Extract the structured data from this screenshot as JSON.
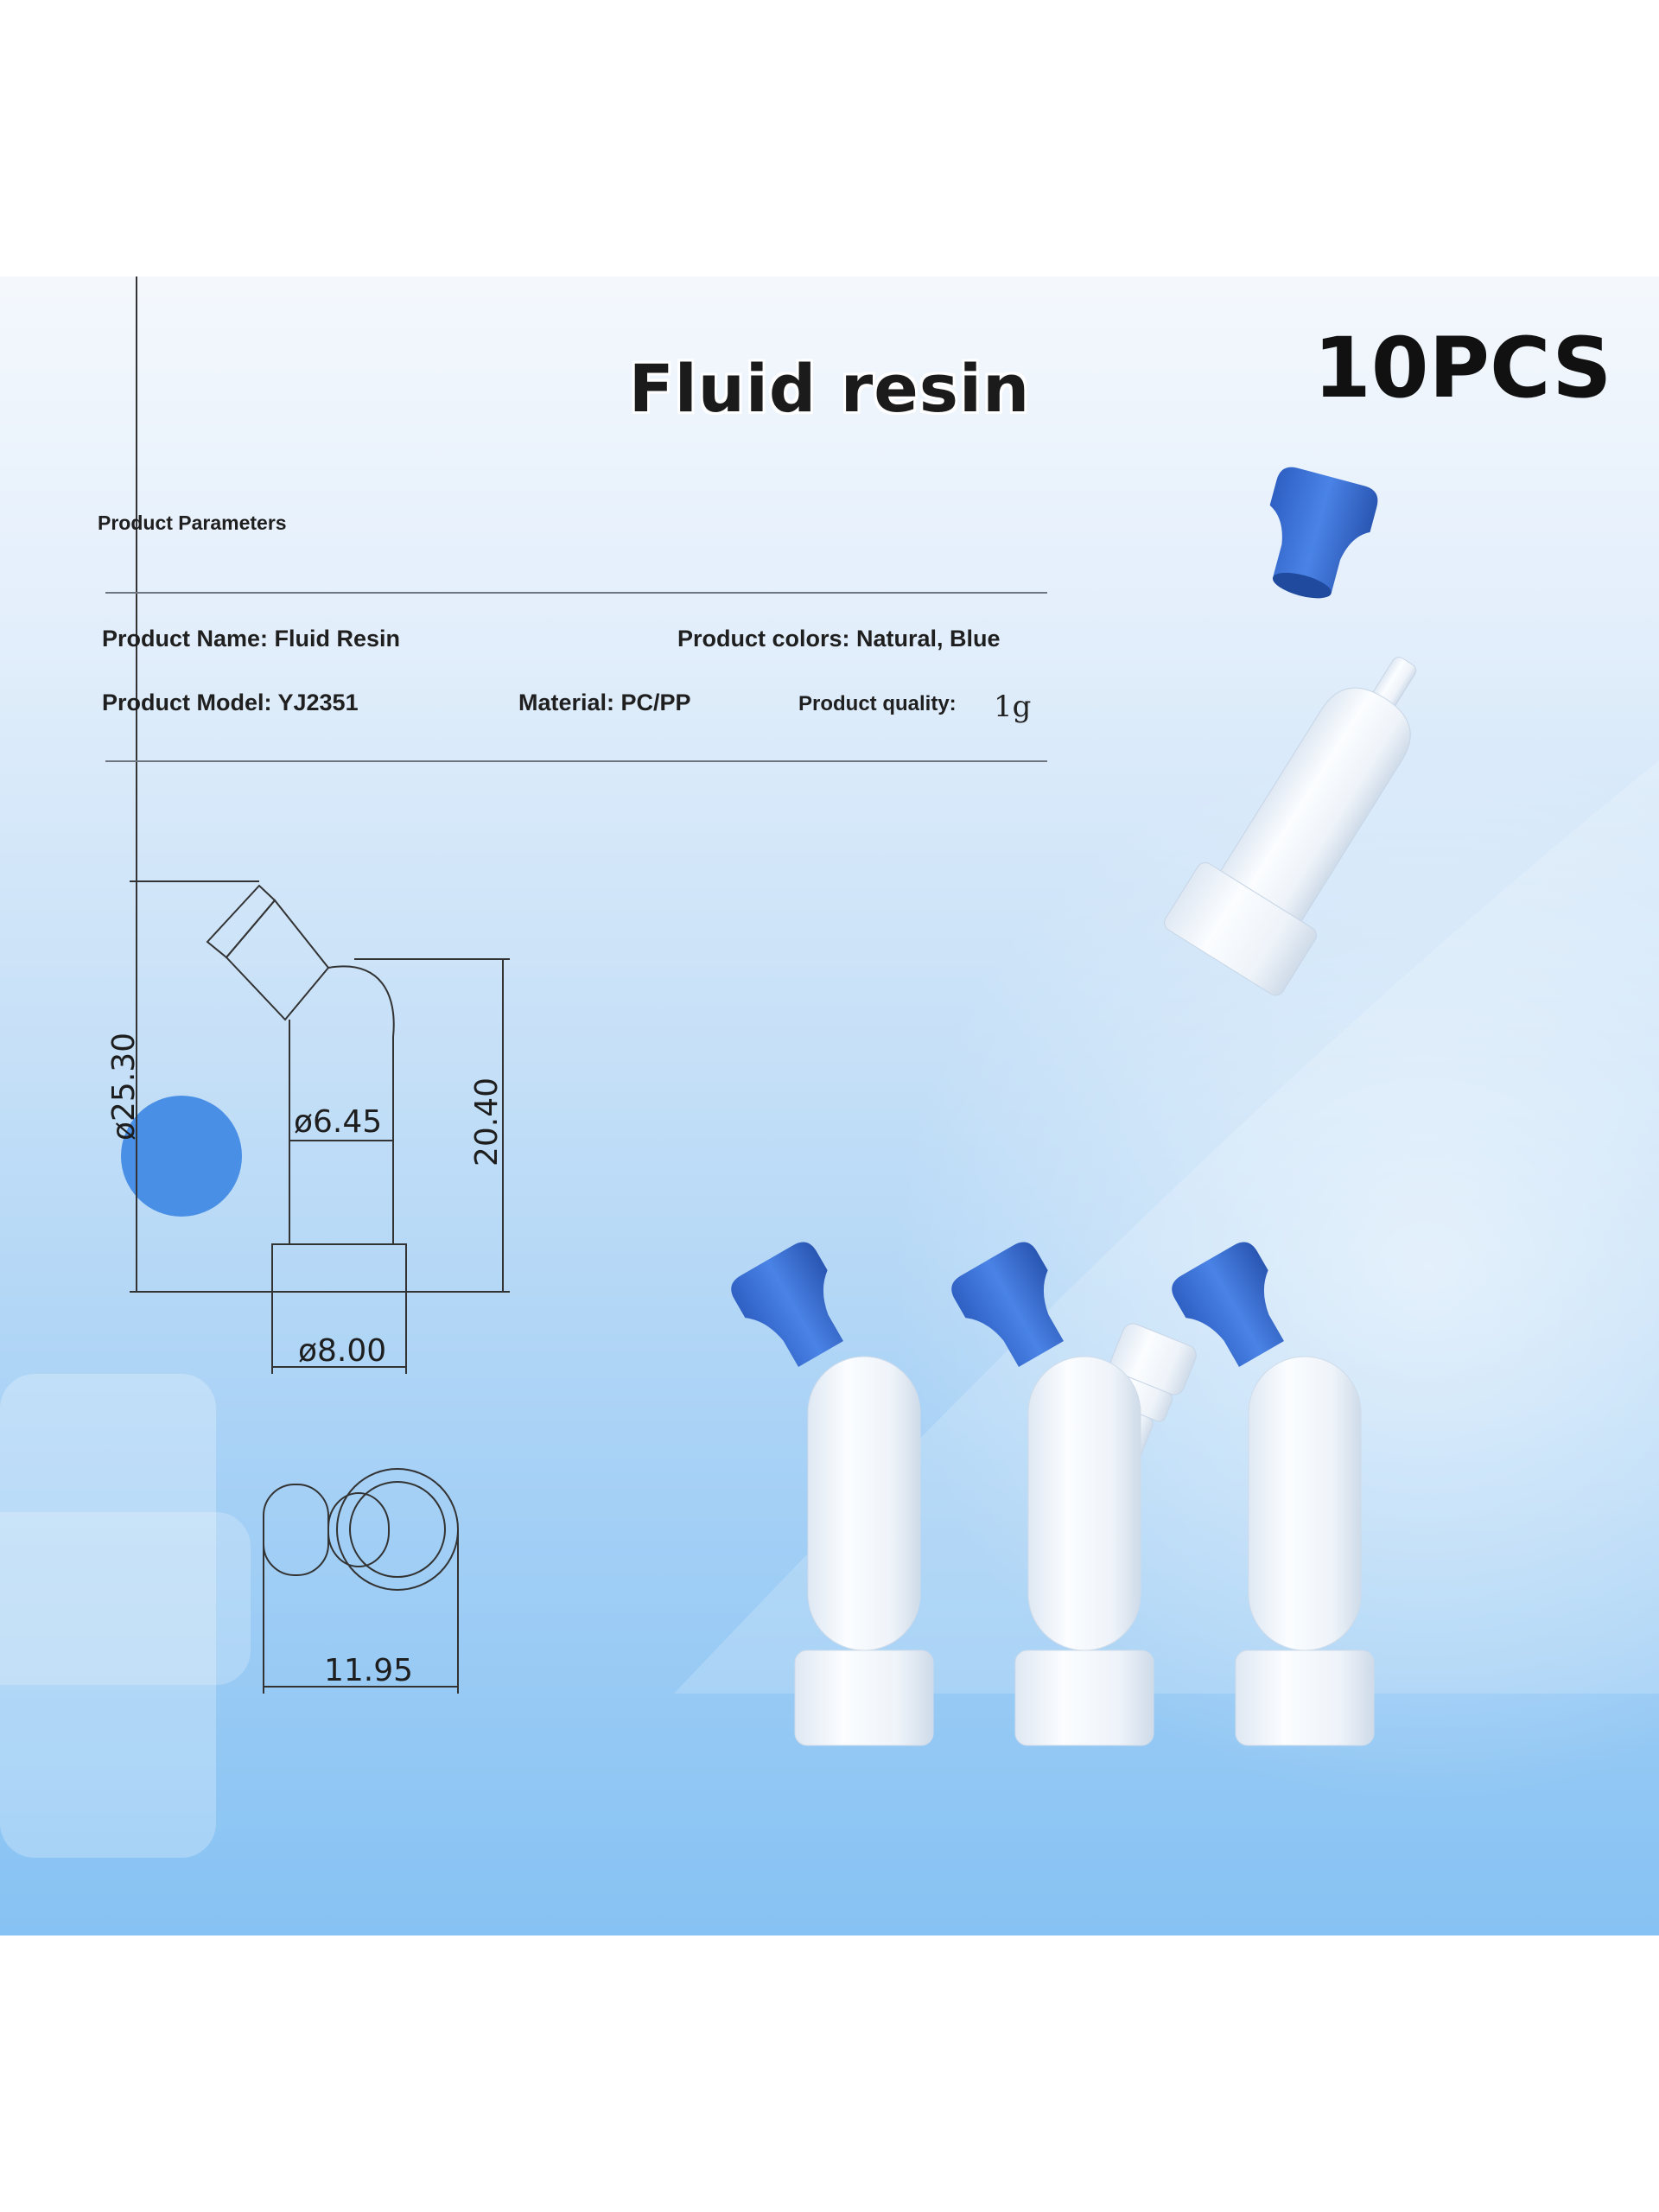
{
  "title": "Fluid resin",
  "quantity_badge": "10PCS",
  "section_heading": "Product Parameters",
  "params": {
    "name": "Product Name: Fluid Resin",
    "colors": "Product colors: Natural, Blue",
    "model": "Product Model: YJ2351",
    "material": "Material: PC/PP",
    "quality_label": "Product quality:",
    "quality_value": "1g"
  },
  "dimensions": {
    "overall_height": "ø25.30",
    "body_height": "20.40",
    "inner_diameter": "ø6.45",
    "base_diameter": "ø8.00",
    "cap_width": "11.95"
  },
  "colors": {
    "accent_blue": "#3a73d8",
    "clear_plastic": "#f2f6fb",
    "text": "#1f1f1f"
  }
}
